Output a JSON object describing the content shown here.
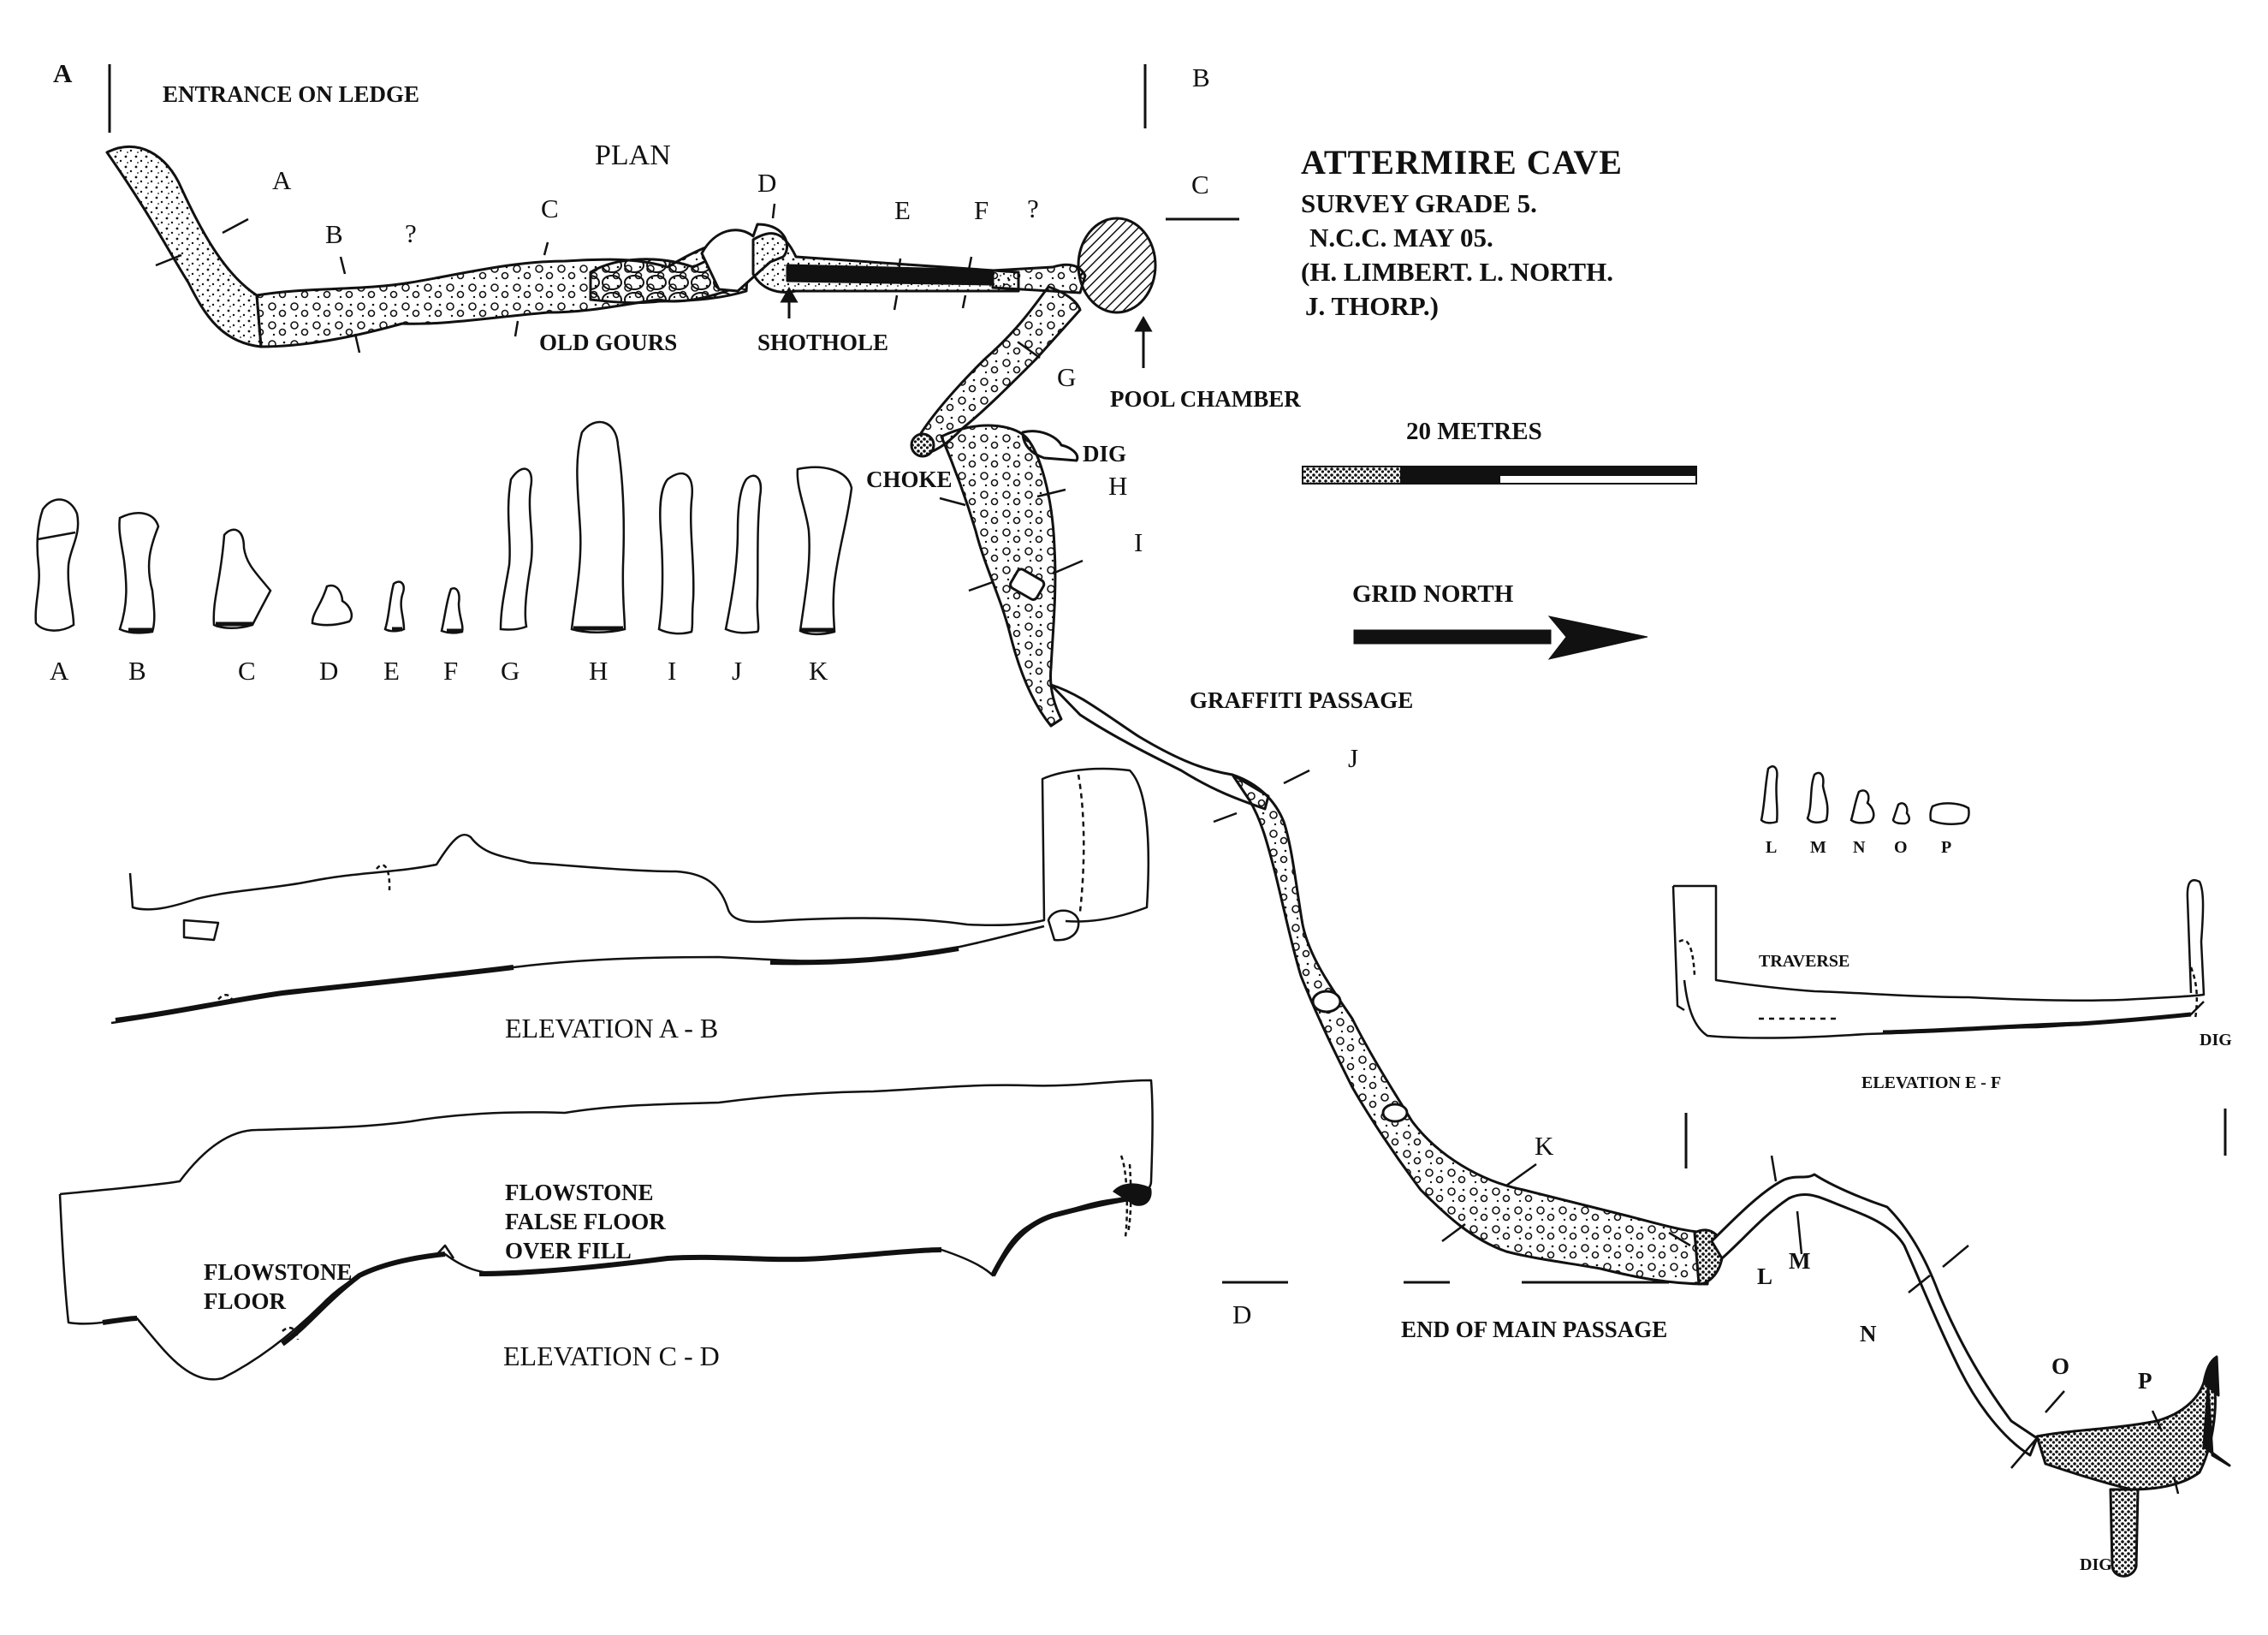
{
  "title": {
    "name": "ATTERMIRE CAVE",
    "grade": "SURVEY GRADE 5.",
    "club": "N.C.C. MAY 05.",
    "surveyors_1": "(H. LIMBERT. L. NORTH.",
    "surveyors_2": "J. THORP.)"
  },
  "scale": {
    "label": "20 METRES"
  },
  "north": {
    "label": "GRID NORTH"
  },
  "plan": {
    "heading": "PLAN",
    "entrance": "ENTRANCE ON LEDGE",
    "old_gours": "OLD GOURS",
    "shothole": "SHOTHOLE",
    "pool_chamber": "POOL CHAMBER",
    "choke": "CHOKE",
    "dig_upper": "DIG",
    "graffiti": "GRAFFITI  PASSAGE",
    "end_main": "END OF MAIN PASSAGE",
    "dig_lower": "DIG",
    "question_1": "?",
    "question_2": "?"
  },
  "section_markers": {
    "A": "A",
    "B": "B",
    "C": "C",
    "D": "D",
    "E": "E",
    "F": "F",
    "G": "G",
    "H": "H",
    "I": "I",
    "J": "J",
    "K": "K",
    "L": "L",
    "M": "M",
    "N": "N",
    "O": "O",
    "P": "P"
  },
  "elevation_ends": {
    "A": "A",
    "B": "B",
    "C": "C",
    "D": "D"
  },
  "cross_sections": {
    "main": [
      "A",
      "B",
      "C",
      "D",
      "E",
      "F",
      "G",
      "H",
      "I",
      "J",
      "K"
    ],
    "ef": [
      "L",
      "M",
      "N",
      "O",
      "P"
    ]
  },
  "elevation_ab": {
    "title": "ELEVATION  A - B"
  },
  "elevation_cd": {
    "title": "ELEVATION  C - D",
    "flowstone_floor": "FLOWSTONE\nFLOOR",
    "false_floor": "FLOWSTONE\nFALSE FLOOR\nOVER FILL"
  },
  "elevation_ef": {
    "title": "ELEVATION E - F",
    "traverse": "TRAVERSE",
    "dig": "DIG"
  }
}
